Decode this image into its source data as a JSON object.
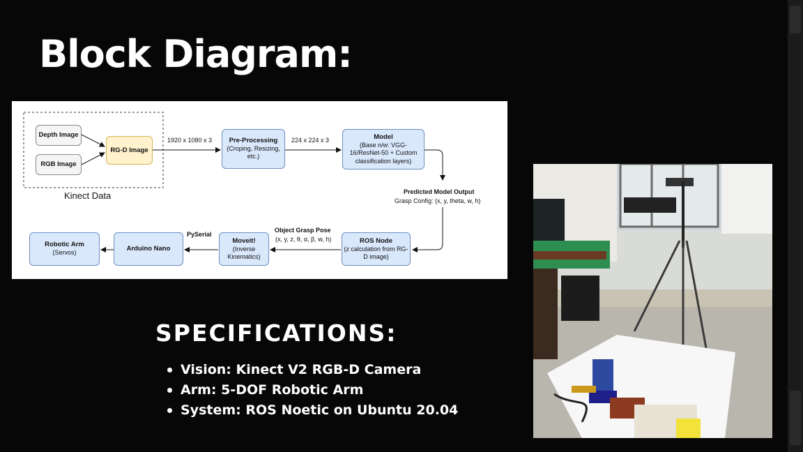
{
  "title": "Block Diagram:",
  "diagram": {
    "kinect_label": "Kinect Data",
    "depth_image": "Depth Image",
    "rgb_image": "RGB Image",
    "rgd_image": "RG-D Image",
    "dim1": "1920 x 1080 x 3",
    "preproc_title": "Pre-Processing",
    "preproc_sub": "(Croping, Resizing, etc.)",
    "dim2": "224 x 224 x 3",
    "model_title": "Model",
    "model_sub": "(Base n/w: VGG-16/ResNet-50 + Custom classification layers)",
    "pred_title": "Predicted Model Output",
    "pred_sub": "Grasp Config: (x, y, theta, w, h)",
    "ros_title": "ROS Node",
    "ros_sub": "(z calculation from RG-D image)",
    "grasp_title": "Object Grasp Pose",
    "grasp_sub": "(x, y, z, θ, α, β, w, h)",
    "moveit_title": "Moveit!",
    "moveit_sub": "(Inverse Kinematics)",
    "pyserial": "PySerial",
    "arduino": "Arduino Nano",
    "arm_title": "Robotic Arm",
    "arm_sub": "(Servos)"
  },
  "specs": {
    "title": "SPECIFICATIONS:",
    "items": [
      "Vision: Kinect V2 RGB-D Camera",
      "Arm: 5-DOF Robotic Arm",
      "System: ROS Noetic on Ubuntu 20.04"
    ]
  }
}
